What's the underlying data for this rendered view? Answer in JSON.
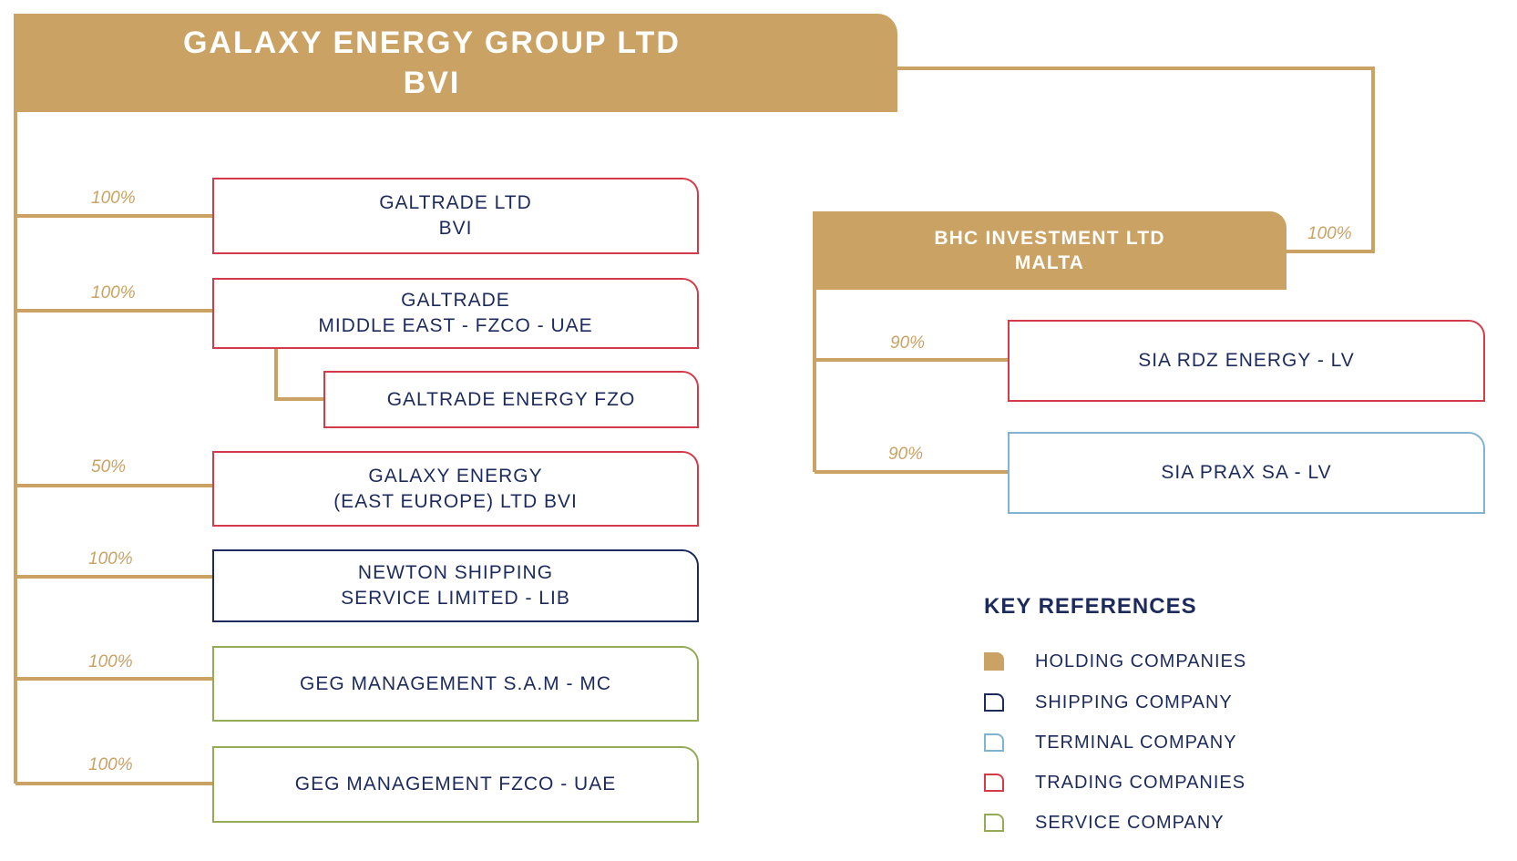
{
  "header": {
    "line1": "GALAXY ENERGY GROUP LTD",
    "line2": "BVI"
  },
  "bhc": {
    "line1": "BHC INVESTMENT LTD",
    "line2": "MALTA",
    "pct": "100%"
  },
  "subsidiaries": [
    {
      "line1": "GALTRADE LTD",
      "line2": "BVI",
      "pct": "100%",
      "type": "trading"
    },
    {
      "line1": "GALTRADE",
      "line2": "MIDDLE EAST - FZCO - UAE",
      "pct": "100%",
      "type": "trading"
    },
    {
      "line1": "GALTRADE ENERGY FZO",
      "line2": "",
      "type": "trading"
    },
    {
      "line1": "GALAXY ENERGY",
      "line2": "(EAST EUROPE) LTD BVI",
      "pct": "50%",
      "type": "trading"
    },
    {
      "line1": "NEWTON SHIPPING",
      "line2": "SERVICE LIMITED - LIB",
      "pct": "100%",
      "type": "shipping"
    },
    {
      "line1": "GEG MANAGEMENT S.A.M - MC",
      "line2": "",
      "pct": "100%",
      "type": "service"
    },
    {
      "line1": "GEG MANAGEMENT FZCO - UAE",
      "line2": "",
      "pct": "100%",
      "type": "service"
    }
  ],
  "bhc_subsidiaries": [
    {
      "line1": "SIA RDZ ENERGY - LV",
      "pct": "90%",
      "type": "trading"
    },
    {
      "line1": "SIA PRAX SA - LV",
      "pct": "90%",
      "type": "terminal"
    }
  ],
  "legend": {
    "title": "KEY  REFERENCES",
    "items": [
      {
        "label": "HOLDING COMPANIES",
        "kind": "holding"
      },
      {
        "label": "SHIPPING COMPANY",
        "kind": "shipping"
      },
      {
        "label": "TERMINAL COMPANY",
        "kind": "terminal"
      },
      {
        "label": "TRADING COMPANIES",
        "kind": "trading"
      },
      {
        "label": "SERVICE COMPANY",
        "kind": "service"
      }
    ]
  },
  "colors": {
    "holding": "#c9a264",
    "shipping": "#1c2a5c",
    "terminal": "#7fb3cf",
    "trading": "#d33b4b",
    "service": "#93ab55"
  }
}
